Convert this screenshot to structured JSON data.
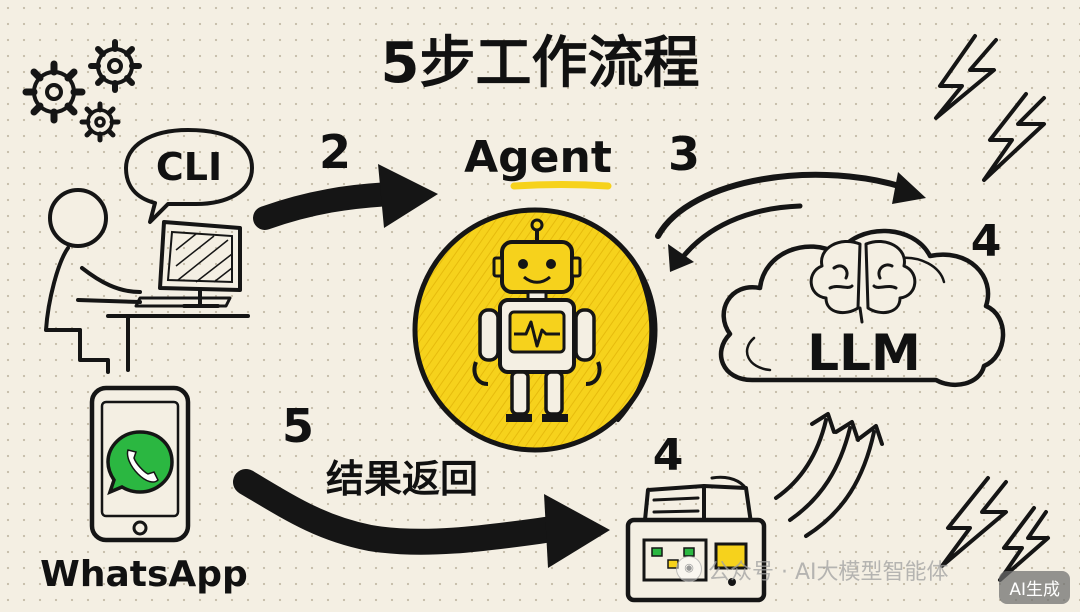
{
  "title": "5步工作流程",
  "nodes": {
    "cli_bubble": "CLI",
    "agent": "Agent",
    "llm": "LLM",
    "whatsapp": "WhatsApp"
  },
  "steps": {
    "step2": "2",
    "step3": "3",
    "step4_llm": "4",
    "step4_tools": "4",
    "step5": "5",
    "step5_label": "结果返回"
  },
  "watermark": "公众号 · AI大模型智能体",
  "ai_badge": "AI生成",
  "colors": {
    "agent_yellow": "#f6d21c",
    "ink": "#151515",
    "whatsapp_green": "#2bb741",
    "background": "#f4efe3"
  },
  "icons": [
    "gear-icon",
    "lightning-icon",
    "brain-icon",
    "robot-icon",
    "whatsapp-icon",
    "monitor-icon",
    "cloud-icon",
    "server-box-icon"
  ]
}
